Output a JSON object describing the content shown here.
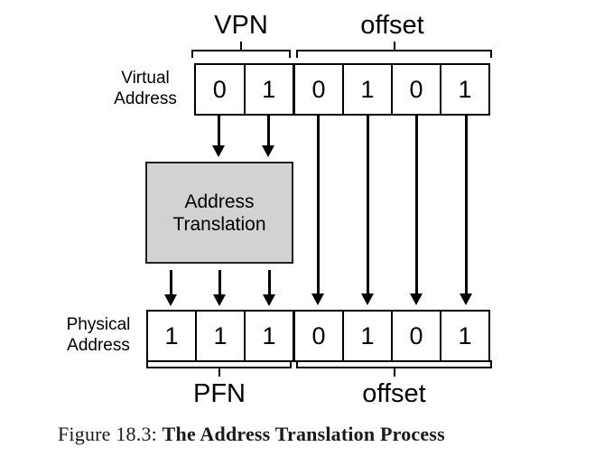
{
  "top_labels": {
    "vpn": "VPN",
    "offset": "offset"
  },
  "virtual_row": {
    "label_line1": "Virtual",
    "label_line2": "Address",
    "vpn_bits": [
      "0",
      "1"
    ],
    "offset_bits": [
      "0",
      "1",
      "0",
      "1"
    ]
  },
  "translation_box": {
    "line1": "Address",
    "line2": "Translation"
  },
  "physical_row": {
    "label_line1": "Physical",
    "label_line2": "Address",
    "pfn_bits": [
      "1",
      "1",
      "1"
    ],
    "offset_bits": [
      "0",
      "1",
      "0",
      "1"
    ]
  },
  "bottom_labels": {
    "pfn": "PFN",
    "offset": "offset"
  },
  "caption": {
    "prefix": "Figure 18.3:",
    "title": "The Address Translation Process"
  },
  "colors": {
    "box_fill": "#d2d2d2",
    "line": "#000000",
    "background": "#ffffff"
  }
}
